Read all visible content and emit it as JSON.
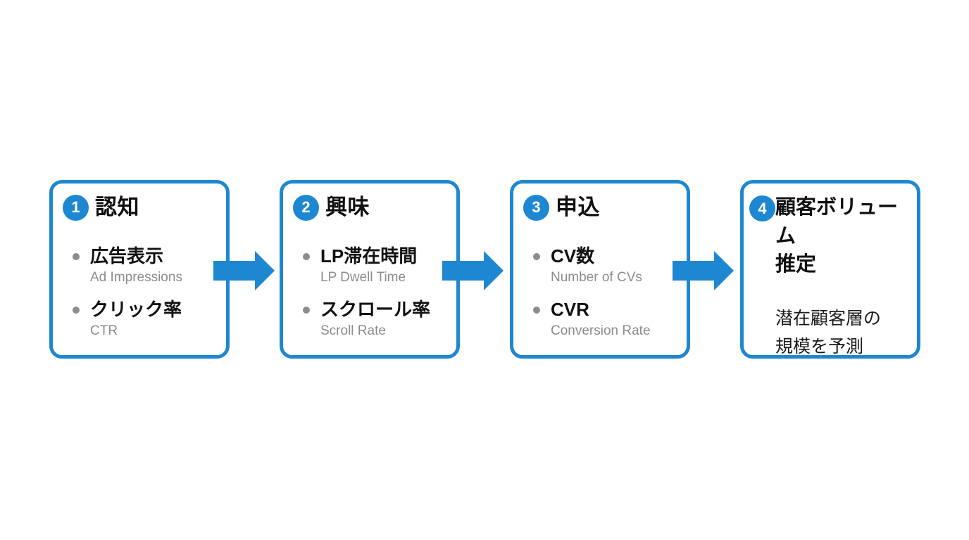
{
  "colors": {
    "accent_blue": "#1e87d2",
    "text_black": "#111111",
    "muted_gray": "#8c8c8c",
    "background": "#ffffff"
  },
  "funnel": {
    "steps": [
      {
        "number": "1",
        "title": "認知",
        "metrics": [
          {
            "label": "広告表示",
            "sublabel": "Ad Impressions"
          },
          {
            "label": "クリック率",
            "sublabel": "CTR"
          }
        ]
      },
      {
        "number": "2",
        "title": "興味",
        "metrics": [
          {
            "label": "LP滞在時間",
            "sublabel": "LP Dwell Time"
          },
          {
            "label": "スクロール率",
            "sublabel": "Scroll Rate"
          }
        ]
      },
      {
        "number": "3",
        "title": "申込",
        "metrics": [
          {
            "label": "CV数",
            "sublabel": "Number of CVs"
          },
          {
            "label": "CVR",
            "sublabel": "Conversion Rate"
          }
        ]
      },
      {
        "number": "4",
        "title": "顧客ボリューム\n推定",
        "description": "潜在顧客層の\n規模を予測"
      }
    ]
  }
}
